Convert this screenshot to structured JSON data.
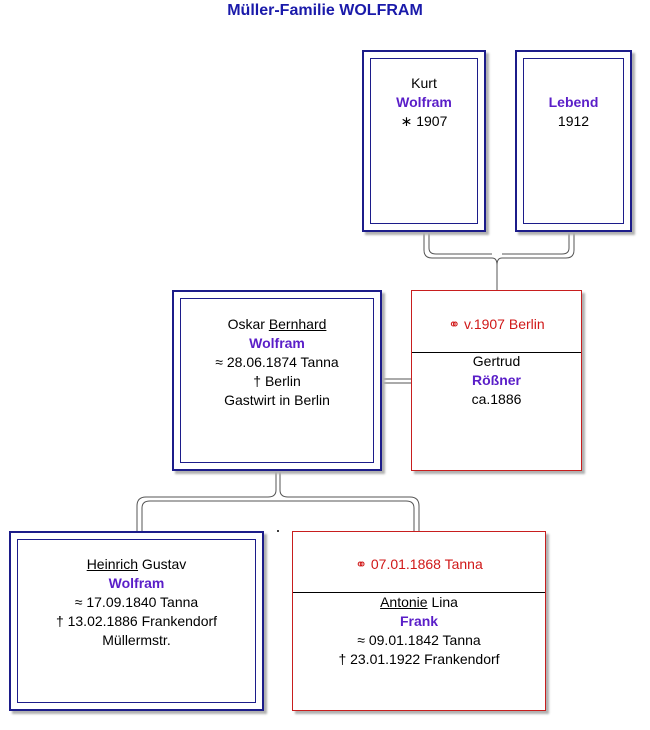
{
  "title": "Müller-Familie WOLFRAM",
  "persons": {
    "kurt": {
      "given": "Kurt",
      "surname": "Wolfram",
      "birth": "∗  1907"
    },
    "lebend": {
      "surname": "Lebend",
      "year": "1912"
    },
    "oskar": {
      "given_first": "Oskar ",
      "given_call": "Bernhard",
      "surname": "Wolfram",
      "birth": "≈  28.06.1874 Tanna",
      "death": "† Berlin",
      "occupation": "Gastwirt in Berlin"
    },
    "gertrud": {
      "given": "Gertrud",
      "surname": "Rößner",
      "birth": "ca.1886"
    },
    "heinrich": {
      "given_call": "Heinrich",
      "given_rest": " Gustav",
      "surname": "Wolfram",
      "birth": "≈  17.09.1840 Tanna",
      "death": "†  13.02.1886 Frankendorf",
      "occupation": "Müllermstr."
    },
    "antonie": {
      "given_call": "Antonie",
      "given_rest": " Lina",
      "surname": "Frank",
      "birth": "≈  09.01.1842 Tanna",
      "death": "†  23.01.1922 Frankendorf"
    }
  },
  "marriages": {
    "oskar_gertrud": "v.1907 Berlin",
    "heinrich_antonie": "07.01.1868 Tanna"
  },
  "marriage_symbol": "⚭",
  "colors": {
    "male_border": "#1c1c8a",
    "female_border": "#c81e1e",
    "surname": "#5a1ec8",
    "marriage": "#d01818",
    "title": "#1a1aaa"
  }
}
